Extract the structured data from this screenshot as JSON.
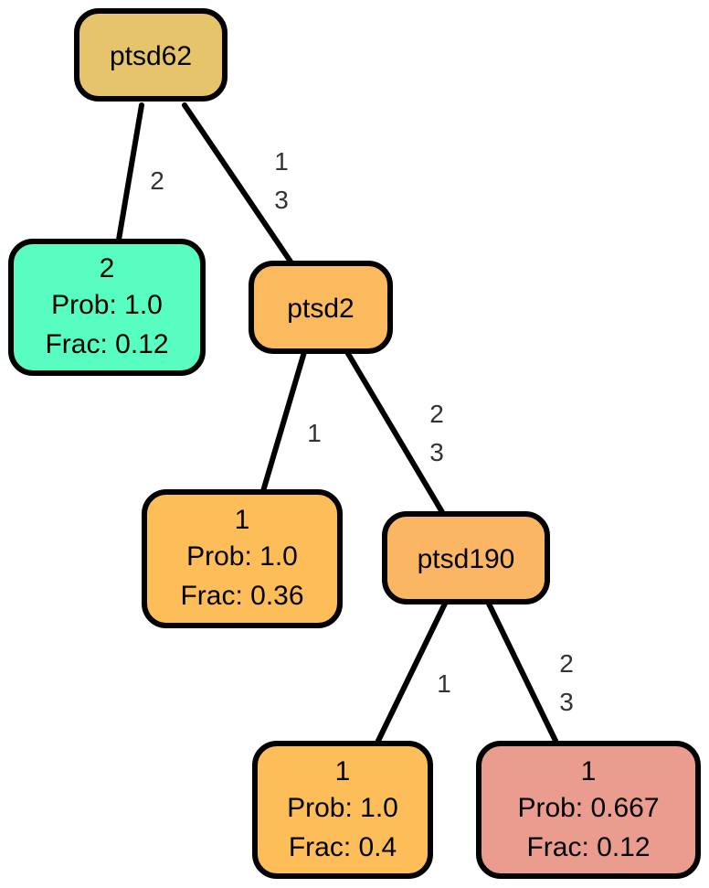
{
  "nodes": {
    "root": {
      "label": "ptsd62",
      "color": "#E6C46B"
    },
    "leaf_a": {
      "lines": [
        "2",
        "Prob: 1.0",
        "Frac: 0.12"
      ],
      "color": "#57FEBF"
    },
    "split_b": {
      "label": "ptsd2",
      "color": "#FCBA5E"
    },
    "leaf_c": {
      "lines": [
        "1",
        "Prob: 1.0",
        "Frac: 0.36"
      ],
      "color": "#FDBD58"
    },
    "split_d": {
      "label": "ptsd190",
      "color": "#FBB663"
    },
    "leaf_e": {
      "lines": [
        "1",
        "Prob: 1.0",
        "Frac: 0.4"
      ],
      "color": "#FDBD58"
    },
    "leaf_f": {
      "lines": [
        "1",
        "Prob: 0.667",
        "Frac: 0.12"
      ],
      "color": "#EA9C8E"
    }
  },
  "edges": {
    "root_leaf_a": [
      "2"
    ],
    "root_split_b": [
      "1",
      "3"
    ],
    "split_b_leaf_c": [
      "1"
    ],
    "split_b_split_d": [
      "2",
      "3"
    ],
    "split_d_leaf_e": [
      "1"
    ],
    "split_d_leaf_f": [
      "2",
      "3"
    ]
  }
}
